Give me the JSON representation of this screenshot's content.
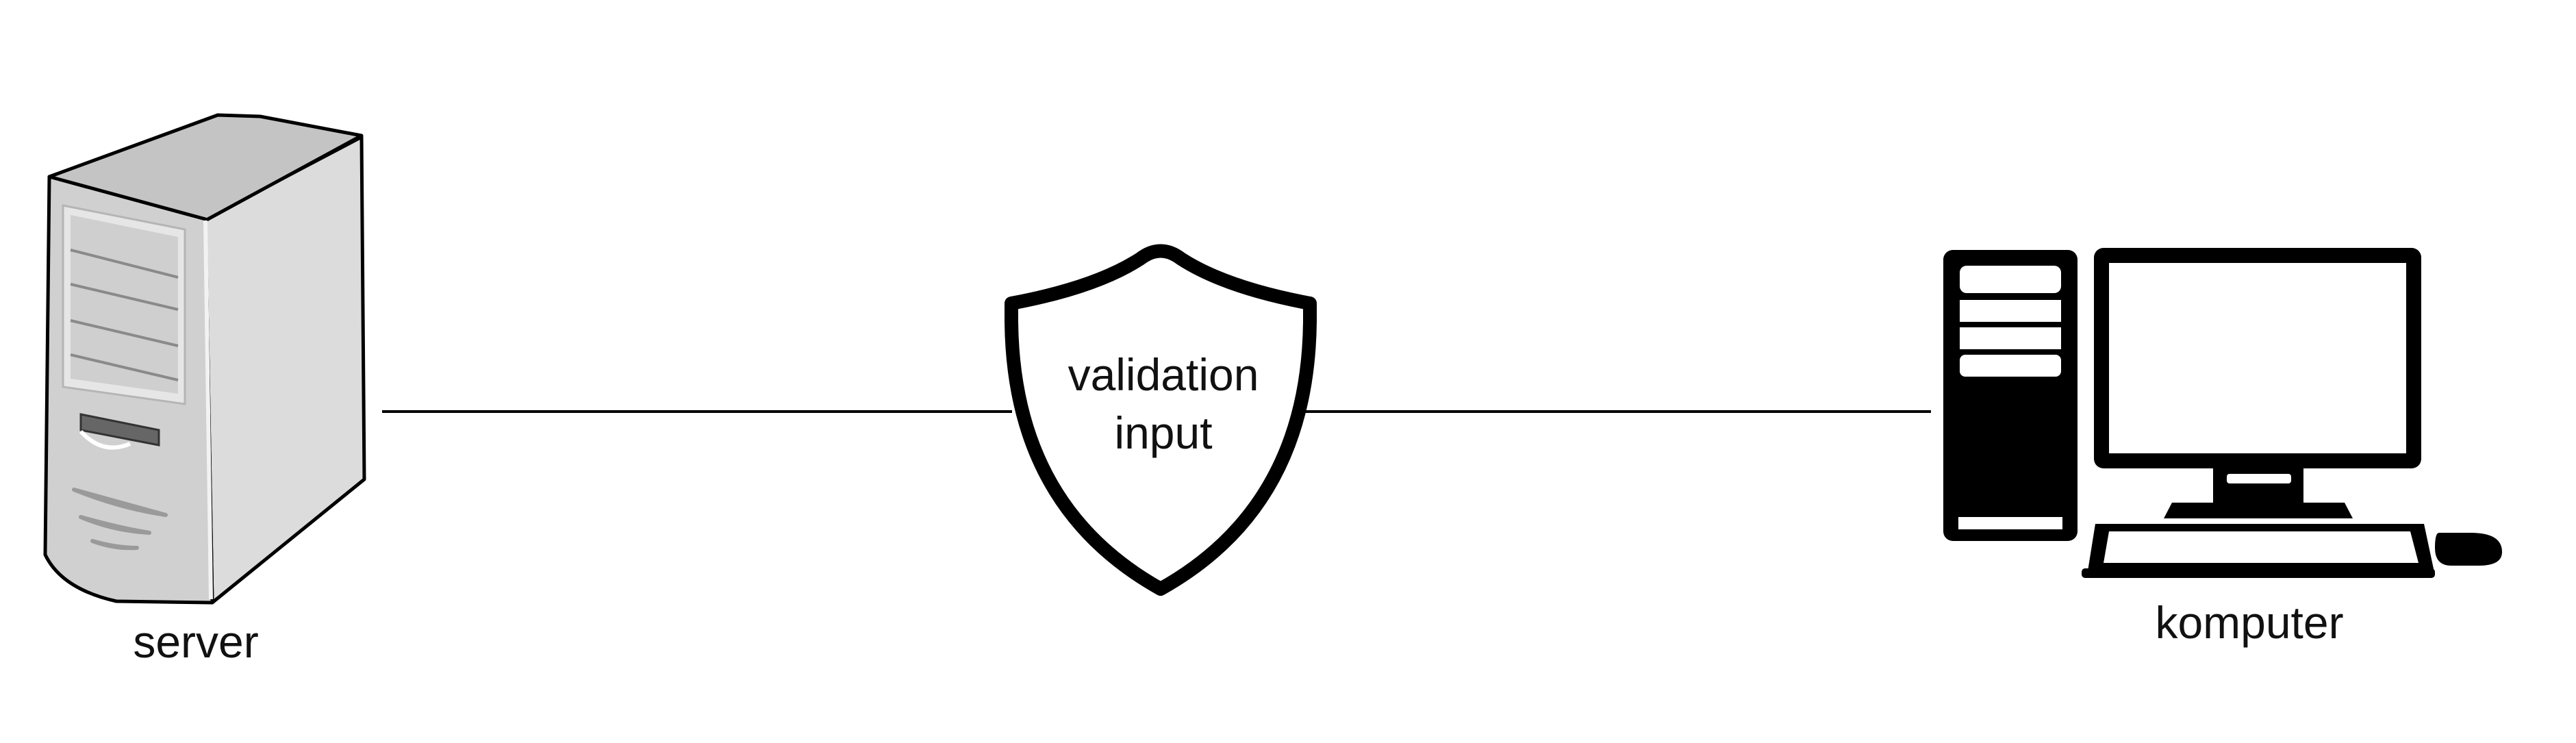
{
  "diagram": {
    "nodes": {
      "server": {
        "label": "server",
        "icon": "server-tower-icon"
      },
      "validation": {
        "label_line1": "validation",
        "label_line2": "input",
        "icon": "shield-icon"
      },
      "computer": {
        "label": "komputer",
        "icon": "desktop-computer-icon"
      }
    },
    "edges": [
      {
        "from": "server",
        "to": "validation"
      },
      {
        "from": "validation",
        "to": "computer"
      }
    ]
  },
  "colors": {
    "stroke": "#000000",
    "server_body": "#cfcfcf",
    "server_side": "#dedede",
    "server_top": "#c2c2c2",
    "background": "#ffffff"
  }
}
